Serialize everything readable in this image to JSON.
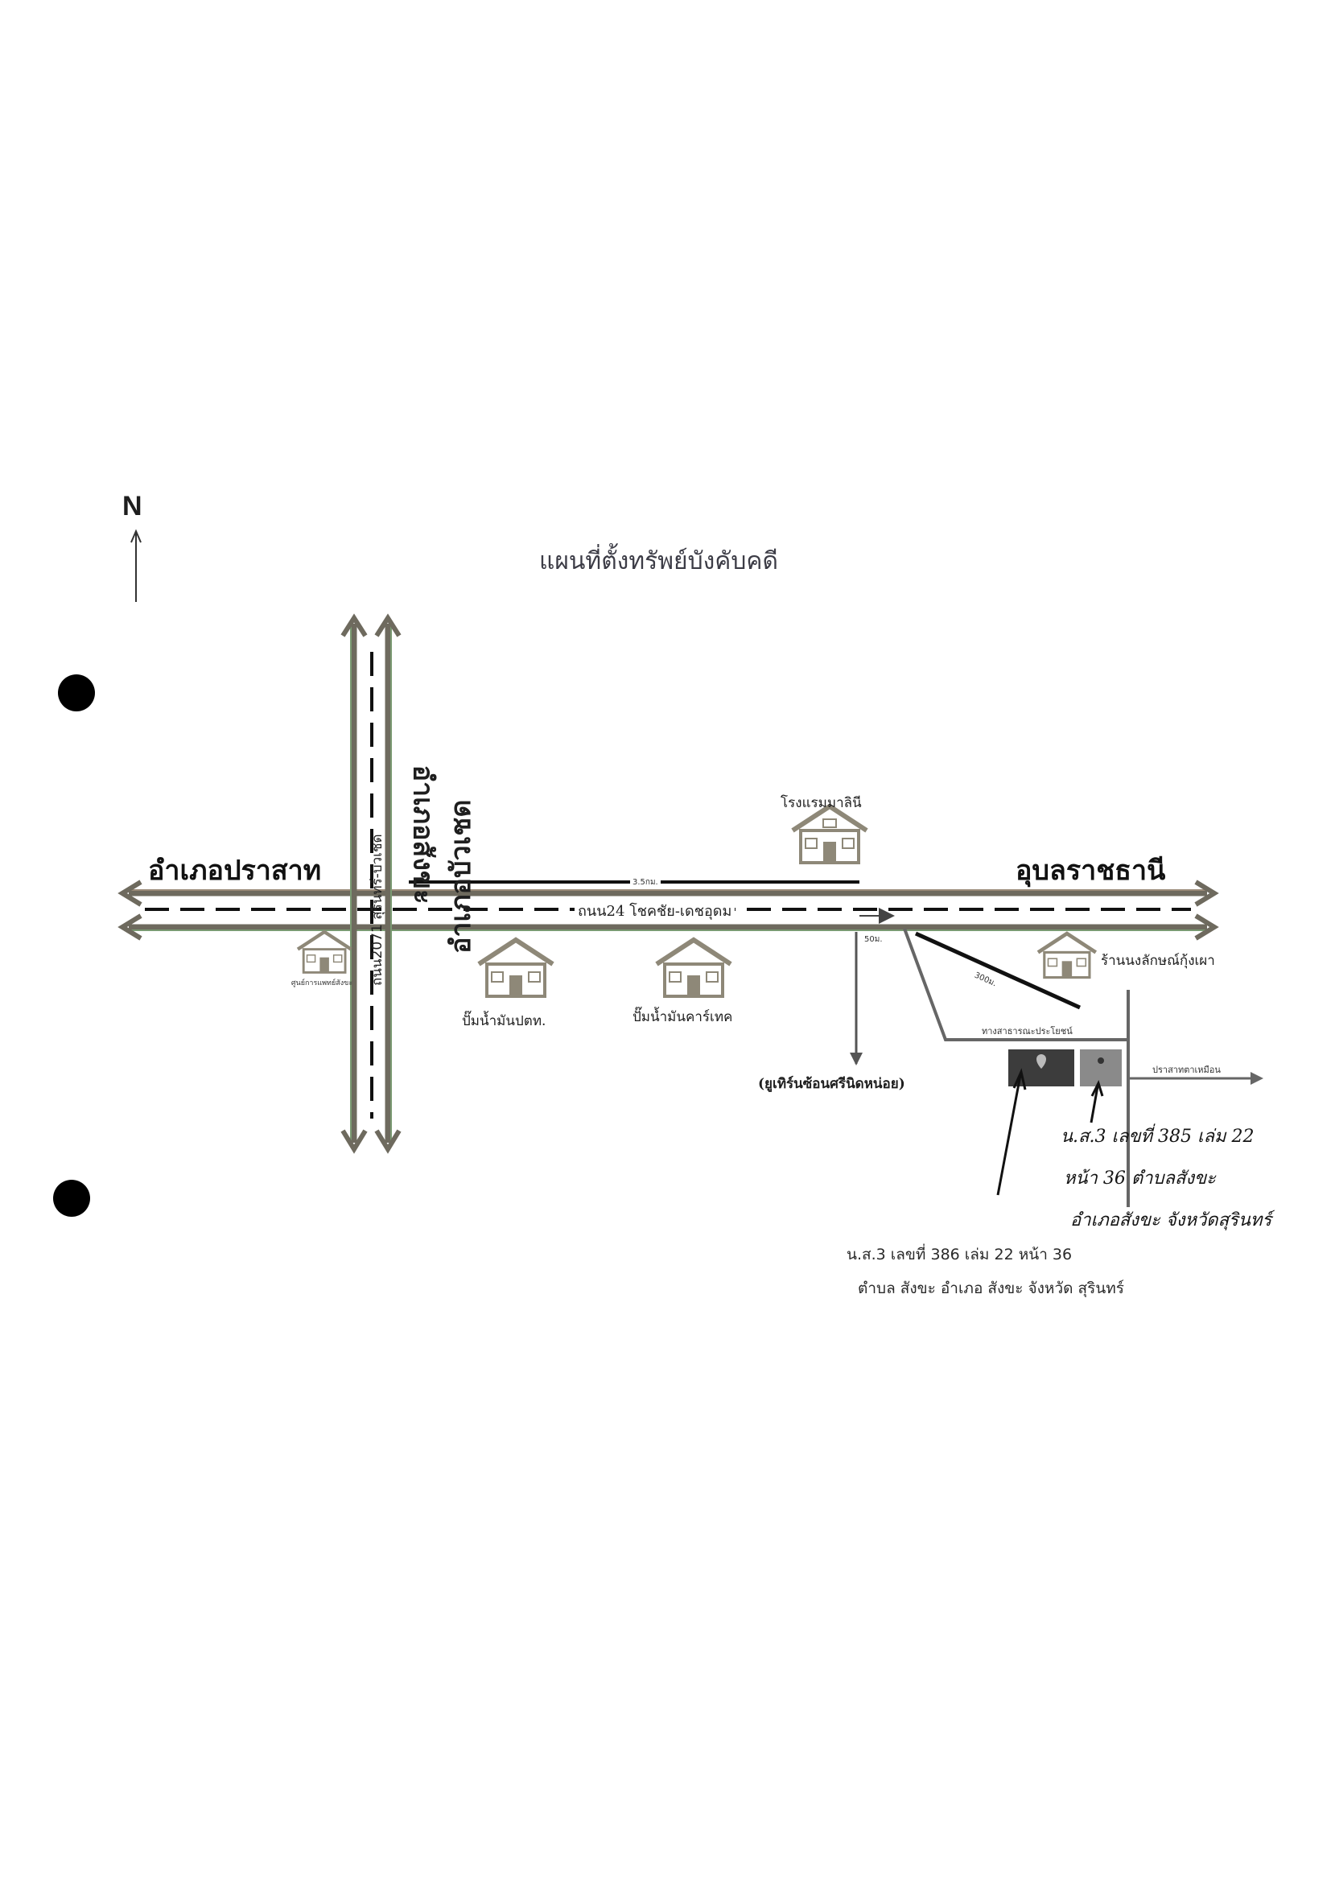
{
  "map": {
    "north_label": "N",
    "title": "แผนที่ตั้งทรัพย์บังคับคดี"
  },
  "directions": {
    "west": "อำเภอปราสาท",
    "east": "อุบลราชธานี",
    "north": "อำเภอสังขะ",
    "south": "อำเภอบัวเชด"
  },
  "roads": {
    "main_road": "ถนน24 โชคชัย-เดชอุดม",
    "cross_road": "ถนน2071 สุรินทร์-บัวเชด",
    "public_way": "ทางสาธารณะประโยชน์",
    "to_prasat": "ปราสาทตาเหมือน"
  },
  "distances": {
    "d_3_5km": "3.5กม.",
    "d_50m": "50ม.",
    "d_300m": "300ม."
  },
  "landmarks": {
    "hotel": "โรงแรมมาลินี",
    "ptt_station": "ปั๊มน้ำมันปตท.",
    "caltex_station": "ปั๊มน้ำมันคาร์เทค",
    "shop": "ร้านนงลักษณ์กุ้งเผา",
    "u_turn": "(ยูเทิร์นซ้อนศรีนิดหน่อย)",
    "health_center": "ศูนย์การแพทย์สังขะ"
  },
  "parcels": {
    "handwritten_line1": "น.ส.3 เลขที่ 385 เล่ม 22",
    "handwritten_line2": "หน้า 36 ตำบลสังขะ",
    "handwritten_line3": "อำเภอสังขะ จังหวัดสุรินทร์",
    "printed_line1": "น.ส.3 เลขที่ 386 เล่ม 22 หน้า 36",
    "printed_line2": "ตำบล สังขะ อำเภอ สังขะ จังหวัด สุรินทร์"
  },
  "colors": {
    "road_fill": "#6e6a5e",
    "road_edge": "#9a8a78",
    "road_edge_green": "#7a9a72",
    "house": "#8e8878",
    "parcel_dark": "#3c3c3c",
    "parcel_light": "#8a8a8a"
  }
}
